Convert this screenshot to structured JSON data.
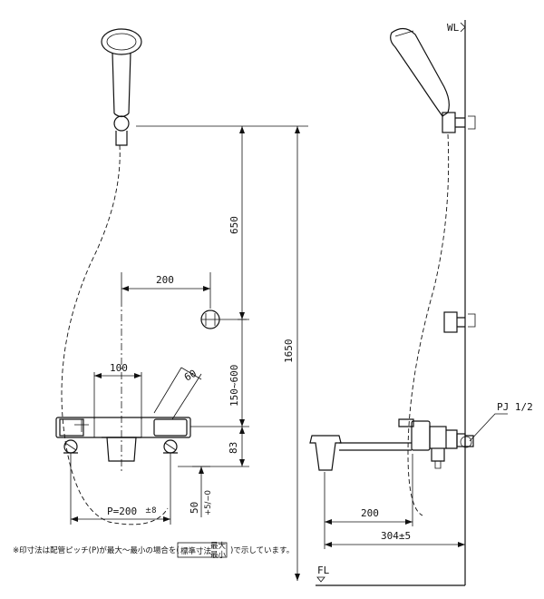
{
  "front_view": {
    "dim_200_top": "200",
    "dim_650": "650",
    "dim_1650": "1650",
    "dim_100": "100",
    "dim_60": "60",
    "dim_150_600": "150~600",
    "dim_83": "83",
    "dim_p": "P=200",
    "dim_p_tol": "±8",
    "dim_50": "50",
    "dim_50_tol": "+5/−0"
  },
  "side_view": {
    "wl": "WL",
    "fl": "FL",
    "pj": "PJ 1/2",
    "dim_200": "200",
    "dim_304": "304±5"
  },
  "note": {
    "prefix": "※印寸法は配管ピッチ(P)が最大～最小の場合を(",
    "box_label": "標準寸法",
    "max": "最大",
    "min": "最小",
    "suffix": ")で示しています。"
  }
}
